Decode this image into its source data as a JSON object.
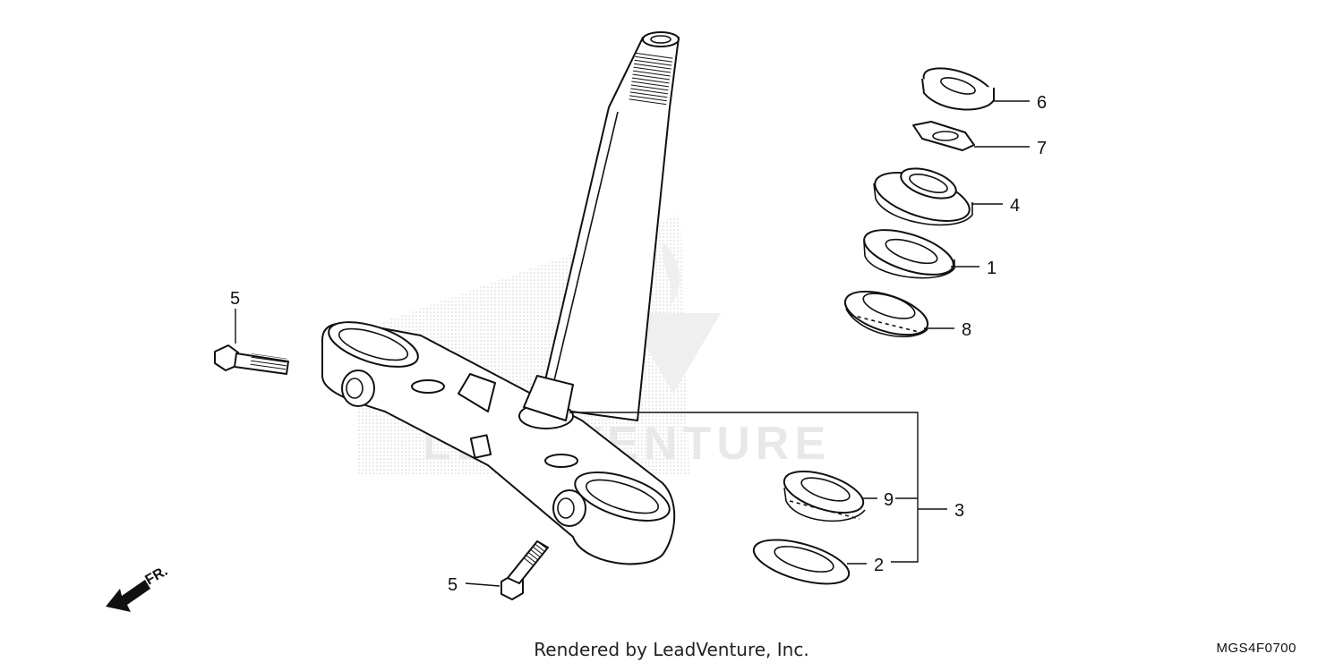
{
  "diagram": {
    "watermark_text": "LEADVENTURE",
    "front_indicator": "FR.",
    "callouts": {
      "c1": "1",
      "c2": "2",
      "c3": "3",
      "c4": "4",
      "c5a": "5",
      "c5b": "5",
      "c6": "6",
      "c7": "7",
      "c8": "8",
      "c9": "9"
    }
  },
  "footer": {
    "rendered_by": "Rendered by LeadVenture, Inc.",
    "diagram_code": "MGS4F0700"
  },
  "colors": {
    "line": "#111111",
    "watermark": "#cfcfcf",
    "background": "#ffffff"
  }
}
